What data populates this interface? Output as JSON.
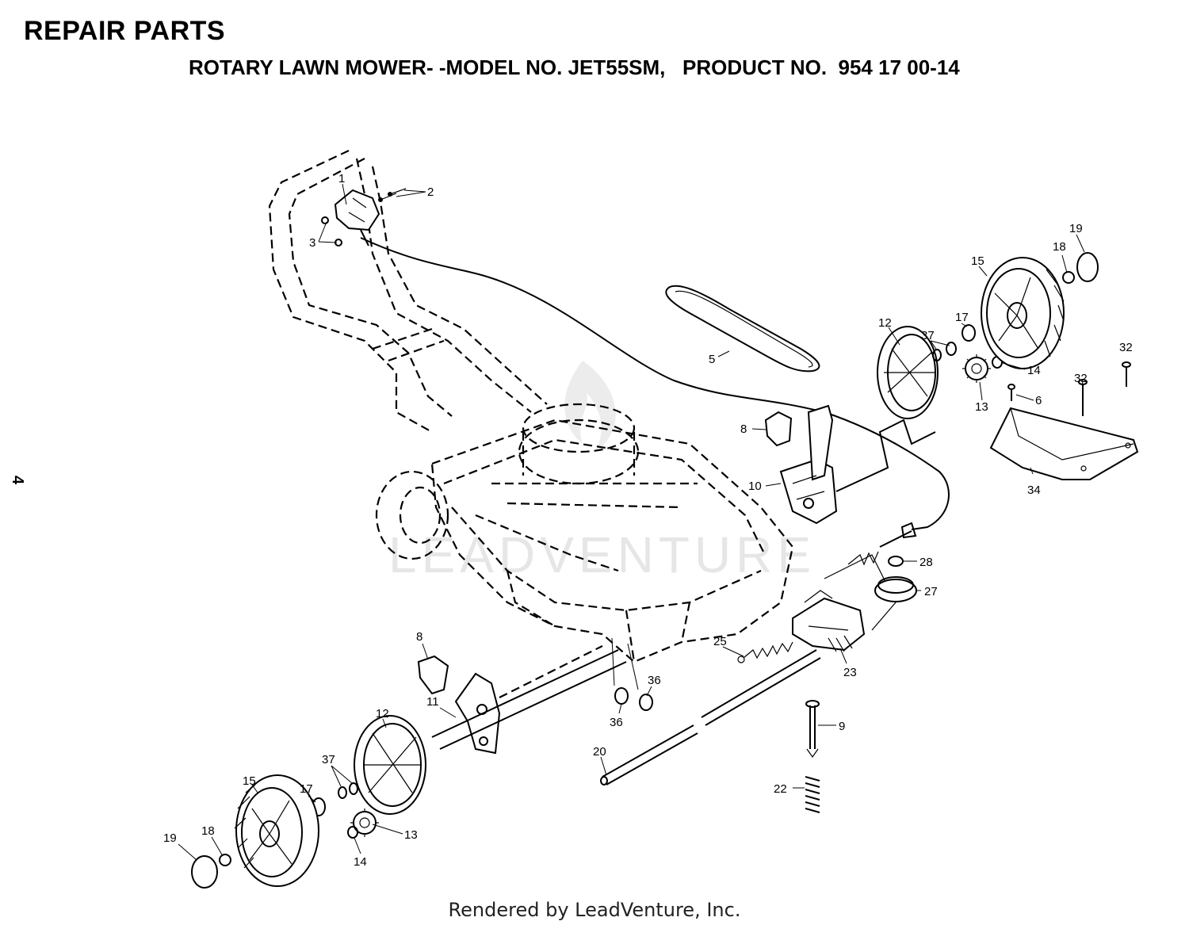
{
  "header": {
    "title": "REPAIR PARTS",
    "subtitle": "ROTARY LAWN MOWER- -MODEL NO. JET55SM,   PRODUCT NO.  954 17 00-14"
  },
  "page_number": "4",
  "watermark": "LEADVENTURE",
  "footer": "Rendered by LeadVenture, Inc.",
  "callouts": [
    {
      "id": "c1",
      "label": "1"
    },
    {
      "id": "c2",
      "label": "2"
    },
    {
      "id": "c3",
      "label": "3"
    },
    {
      "id": "c5",
      "label": "5"
    },
    {
      "id": "c6",
      "label": "6"
    },
    {
      "id": "c8a",
      "label": "8"
    },
    {
      "id": "c8b",
      "label": "8"
    },
    {
      "id": "c9",
      "label": "9"
    },
    {
      "id": "c10",
      "label": "10"
    },
    {
      "id": "c11",
      "label": "11"
    },
    {
      "id": "c12a",
      "label": "12"
    },
    {
      "id": "c12b",
      "label": "12"
    },
    {
      "id": "c13a",
      "label": "13"
    },
    {
      "id": "c13b",
      "label": "13"
    },
    {
      "id": "c14a",
      "label": "14"
    },
    {
      "id": "c14b",
      "label": "14"
    },
    {
      "id": "c15a",
      "label": "15"
    },
    {
      "id": "c15b",
      "label": "15"
    },
    {
      "id": "c17a",
      "label": "17"
    },
    {
      "id": "c17b",
      "label": "17"
    },
    {
      "id": "c18a",
      "label": "18"
    },
    {
      "id": "c18b",
      "label": "18"
    },
    {
      "id": "c19a",
      "label": "19"
    },
    {
      "id": "c19b",
      "label": "19"
    },
    {
      "id": "c20",
      "label": "20"
    },
    {
      "id": "c22",
      "label": "22"
    },
    {
      "id": "c23",
      "label": "23"
    },
    {
      "id": "c25",
      "label": "25"
    },
    {
      "id": "c27",
      "label": "27"
    },
    {
      "id": "c28",
      "label": "28"
    },
    {
      "id": "c32a",
      "label": "32"
    },
    {
      "id": "c32b",
      "label": "32"
    },
    {
      "id": "c34",
      "label": "34"
    },
    {
      "id": "c36a",
      "label": "36"
    },
    {
      "id": "c36b",
      "label": "36"
    },
    {
      "id": "c37a",
      "label": "37"
    },
    {
      "id": "c37b",
      "label": "37"
    }
  ]
}
